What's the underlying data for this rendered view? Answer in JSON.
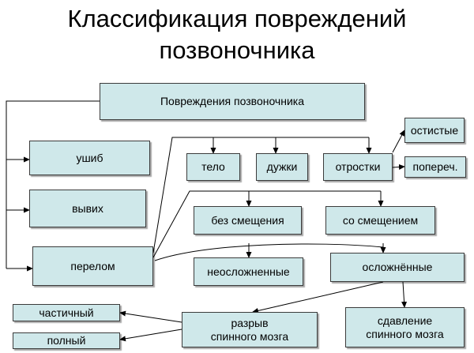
{
  "title": {
    "line1": "Классификация повреждений",
    "line2": "позвоночника"
  },
  "nodes": {
    "root": "Повреждения позвоночника",
    "contusion": "ушиб",
    "dislocation": "вывих",
    "fracture": "перелом",
    "body": "тело",
    "arches": "дужки",
    "processes": "отростки",
    "spinous": "остистые",
    "transverse": "попереч.",
    "no_displacement": "без смещения",
    "with_displacement": "со смещением",
    "uncomplicated": "неосложненные",
    "complicated": "осложнённые",
    "rupture_line1": "разрыв",
    "rupture_line2": "спинного мозга",
    "compression_line1": "сдавление",
    "compression_line2": "спинного мозга",
    "partial": "частичный",
    "complete": "полный"
  },
  "colors": {
    "box_fill": "#cfe8ea",
    "line": "#000000"
  }
}
